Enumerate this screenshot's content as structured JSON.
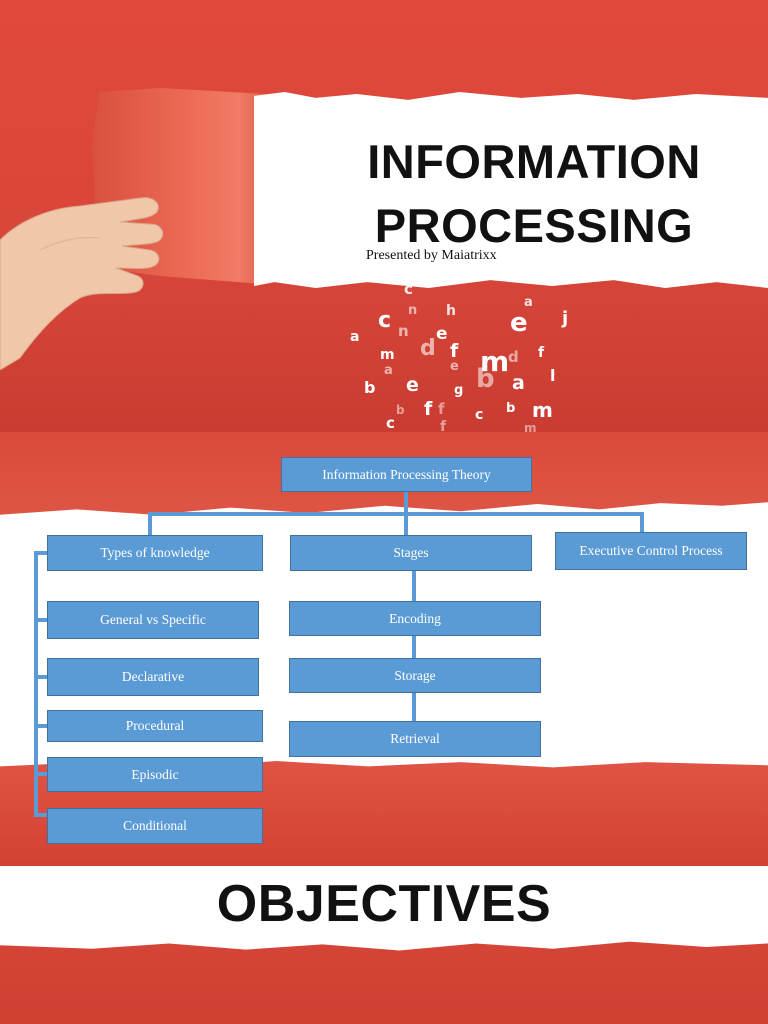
{
  "slide1": {
    "title_line1": "INFORMATION",
    "title_line2": "PROCESSING",
    "presenter": "Presented by Maiatrixx",
    "letters": [
      "c",
      "h",
      "n",
      "a",
      "j",
      "a",
      "c",
      "n",
      "e",
      "e",
      "f",
      "m",
      "d",
      "f",
      "m",
      "d",
      "a",
      "e",
      "b",
      "e",
      "g",
      "a",
      "f",
      "l",
      "b",
      "f",
      "c",
      "b",
      "m",
      "c",
      "f",
      "b",
      "m"
    ]
  },
  "slide2": {
    "root": "Information Processing Theory",
    "branches": {
      "types": "Types of knowledge",
      "stages": "Stages",
      "executive": "Executive Control Process"
    },
    "knowledge_types": [
      "General vs Specific",
      "Declarative",
      "Procedural",
      "Episodic",
      "Conditional"
    ],
    "stages": [
      "Encoding",
      "Storage",
      "Retrieval"
    ],
    "colors": {
      "box_fill": "#5b9bd5",
      "box_border": "#41719c",
      "connector": "#5b9bd5"
    }
  },
  "slide3": {
    "heading": "OBJECTIVES"
  },
  "colors": {
    "accent_red": "#d94a3c"
  }
}
